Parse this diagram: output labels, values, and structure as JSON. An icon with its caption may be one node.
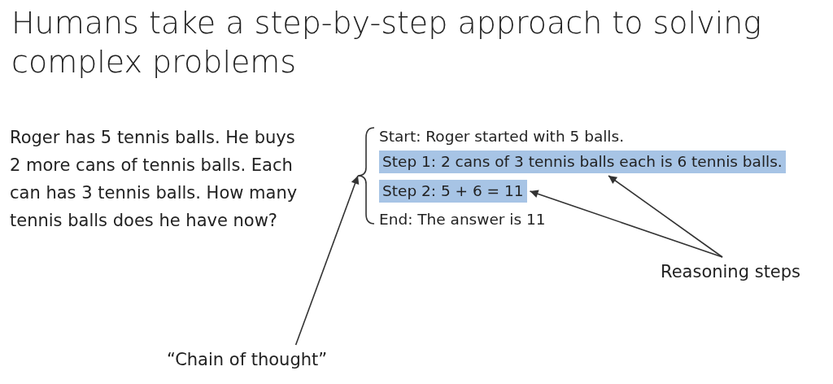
{
  "diagram": {
    "title": "Humans take a step-by-step approach to solving complex problems",
    "nodes": [
      {
        "text": [
          "Start: Roger started with 5 balls."
        ]
      },
      {
        "text": [
          "Step 1: 2 cans of 3 tennis balls each is 6 tennis balls."
        ]
      },
      {
        "text": [
          "Step 2: 5 + 6 = 11"
        ]
      },
      {
        "text": [
          "End: The answer is 11"
        ]
      },
      {
        "text": [],
        "shape": "brace"
      },
      {
        "text": [
          "“Chain of thought”"
        ]
      },
      {
        "text": [
          "Reasoning steps"
        ]
      }
    ],
    "edges": [
      {
        "from": 5,
        "to": 4,
        "arrow": "to"
      },
      {
        "from": 6,
        "to": 2,
        "arrow": "to"
      },
      {
        "from": 6,
        "to": 1,
        "arrow": "to"
      }
    ],
    "labels": [
      "Roger has 5 tennis balls. He buys 2 more cans of tennis balls. Each can has 3 tennis balls. How many tennis balls does he have now?"
    ]
  }
}
